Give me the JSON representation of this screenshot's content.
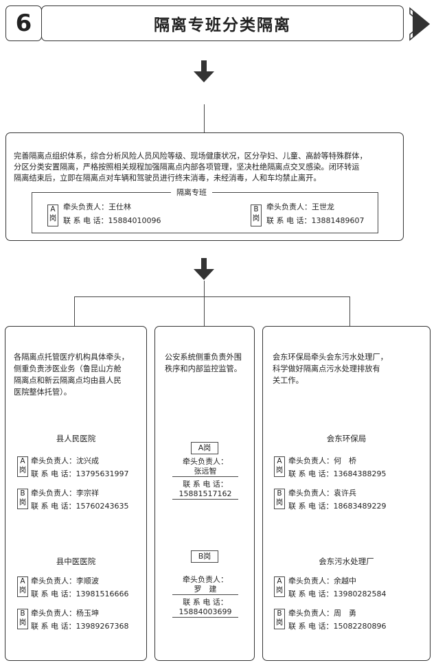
{
  "header": {
    "step_number": "6",
    "title": "隔离专班分类隔离"
  },
  "top_box": {
    "description_lines": [
      "完善隔离点组织体系，综合分析风险人员风险等级、现场健康状况，区分孕妇、儿童、高龄等特殊群体，",
      "分区分类安置隔离，严格按照相关规程加强隔离点内部各项管理，坚决杜绝隔离点交叉感染。闭环转运",
      "隔离结束后，立即在隔离点对车辆和驾驶员进行终末消毒，未经消毒，人和车均禁止离开。"
    ],
    "team_label": "隔离专班",
    "posts": [
      {
        "tag_line1": "A",
        "tag_line2": "岗",
        "leader": "牵头负责人：王仕林",
        "phone": "联 系 电 话：15884010096"
      },
      {
        "tag_line1": "B",
        "tag_line2": "岗",
        "leader": "牵头负责人：王世龙",
        "phone": "联 系 电 话：13881489607"
      }
    ]
  },
  "left_box": {
    "description_lines": [
      "各隔离点托管医疗机构具体牵头，",
      "侧重负责涉医业务（鲁昆山方舱",
      "隔离点和新云隔离点均由县人民",
      "医院整体托管）。"
    ],
    "units": [
      {
        "name": "县人民医院",
        "posts": [
          {
            "tag_line1": "A",
            "tag_line2": "岗",
            "leader": "牵头负责人：沈兴成",
            "phone": "联 系 电 话：13795631997"
          },
          {
            "tag_line1": "B",
            "tag_line2": "岗",
            "leader": "牵头负责人：李宗祥",
            "phone": "联 系 电 话：15760243635"
          }
        ]
      },
      {
        "name": "县中医医院",
        "posts": [
          {
            "tag_line1": "A",
            "tag_line2": "岗",
            "leader": "牵头负责人：李顺波",
            "phone": "联 系 电 话：13981516666"
          },
          {
            "tag_line1": "B",
            "tag_line2": "岗",
            "leader": "牵头负责人：杨玉坤",
            "phone": "联 系 电 话：13989267368"
          }
        ]
      }
    ]
  },
  "center_box": {
    "description_lines": [
      "公安系统侧重负责外围",
      "秩序和内部监控监管。"
    ],
    "posts": [
      {
        "tag": "A岗",
        "leader_label": "牵头负责人：",
        "leader_name": "张远智",
        "phone_label": "联 系 电 话：",
        "phone": "15881517162"
      },
      {
        "tag": "B岗",
        "leader_label": "牵头负责人：",
        "leader_name": "罗　建",
        "phone_label": "联 系 电 话：",
        "phone": "15884003699"
      }
    ]
  },
  "right_box": {
    "description_lines": [
      "会东环保局牵头会东污水处理厂，",
      "科学做好隔离点污水处理排放有",
      "关工作。"
    ],
    "units": [
      {
        "name": "会东环保局",
        "posts": [
          {
            "tag_line1": "A",
            "tag_line2": "岗",
            "leader": "牵头负责人：何　桥",
            "phone": "联 系 电 话：13684388295"
          },
          {
            "tag_line1": "B",
            "tag_line2": "岗",
            "leader": "牵头负责人：袁许兵",
            "phone": "联 系 电 话：18683489229"
          }
        ]
      },
      {
        "name": "会东污水处理厂",
        "posts": [
          {
            "tag_line1": "A",
            "tag_line2": "岗",
            "leader": "牵头负责人：余越中",
            "phone": "联 系 电 话：13980282584"
          },
          {
            "tag_line1": "B",
            "tag_line2": "岗",
            "leader": "牵头负责人：周　勇",
            "phone": "联 系 电 话：15082280896"
          }
        ]
      }
    ]
  }
}
